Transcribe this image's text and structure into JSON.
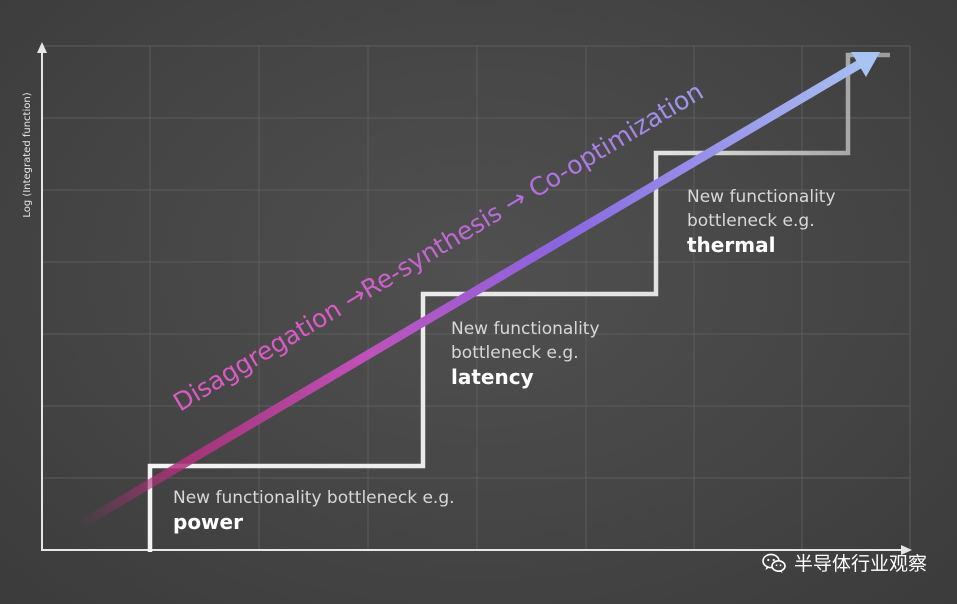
{
  "diagram": {
    "y_axis_label": "Log (Integrated function)",
    "arrow_label": "Disaggregation →Re-synthesis → Co-optimization",
    "steps": [
      {
        "caption_lines": [
          "New functionality bottleneck e.g."
        ],
        "bottleneck": "power"
      },
      {
        "caption_lines": [
          "New functionality",
          "bottleneck e.g."
        ],
        "bottleneck": "latency"
      },
      {
        "caption_lines": [
          "New functionality",
          "bottleneck e.g."
        ],
        "bottleneck": "thermal"
      }
    ],
    "colors": {
      "arrow_start": "#b0307a",
      "arrow_mid": "#8a66e0",
      "arrow_end": "#a8c4f2",
      "text_start": "#d85ac4",
      "text_end": "#8fb4f4"
    }
  },
  "watermark": {
    "icon": "wechat-icon",
    "text": "半导体行业观察"
  }
}
